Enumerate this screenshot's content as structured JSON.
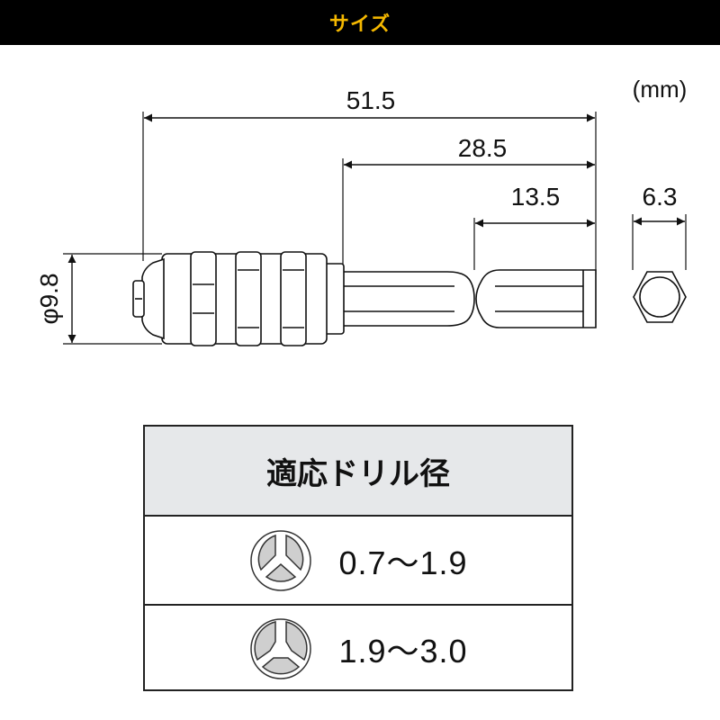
{
  "header": {
    "title": "サイズ",
    "title_color": "#f5b800",
    "background": "#000000"
  },
  "diagram": {
    "unit": "(mm)",
    "dimensions": {
      "overall_length": "51.5",
      "shank_length": "28.5",
      "hex_tip_length": "13.5",
      "hex_width": "6.3",
      "chuck_diameter": "φ9.8"
    }
  },
  "table": {
    "header": "適応ドリル径",
    "header_background": "#e6e8ea",
    "rows": [
      {
        "icon": "collet-small-icon",
        "range": "0.7〜1.9"
      },
      {
        "icon": "collet-large-icon",
        "range": "1.9〜3.0"
      }
    ]
  }
}
